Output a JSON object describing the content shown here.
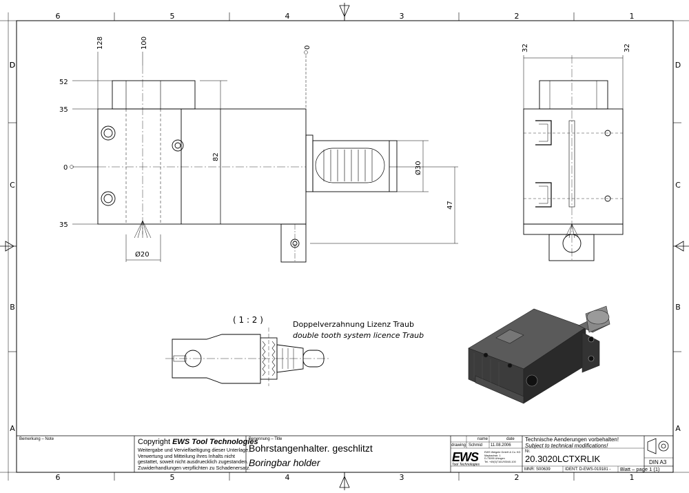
{
  "border": {
    "col_labels": [
      "6",
      "5",
      "4",
      "3",
      "2",
      "1"
    ],
    "row_labels": [
      "D",
      "C",
      "B",
      "A"
    ]
  },
  "front_view": {
    "dims_top": [
      "128",
      "100",
      "0"
    ],
    "dims_left": [
      "52",
      "35",
      "0",
      "35"
    ],
    "dim_82": "82",
    "dim_dia30": "Ø30",
    "dim_47": "47",
    "dim_dia20": "Ø20"
  },
  "side_view": {
    "dims_top": [
      "32",
      "32"
    ]
  },
  "detail": {
    "scale": "( 1 : 2 )",
    "note_de": "Doppelverzahnung Lizenz Traub",
    "note_en": "double tooth system licence Traub"
  },
  "title_block": {
    "remarks_label": "Bemerkung – Note",
    "copyright_prefix": "Copyright ",
    "copyright_brand": "EWS Tool Technologies",
    "copyright_text": [
      "Weitergabe und Vervielfaeltigung dieser Unterlage,",
      "Verwertung und Mitteilung ihres Inhalts nicht",
      "gestattet, soweit nicht ausdruecklich zugestanden.",
      "Zuwiderhandlungen verpflichten zu Schadenersatz."
    ],
    "title_label": "Benennung – Title",
    "title_de": "Bohrstangenhalter. geschlitzt",
    "title_en": "Boringbar holder",
    "col_name": "name",
    "col_date": "date",
    "row_label": "drawing",
    "drawn_by": "Schmid",
    "drawn_date": "11.08.2006",
    "logo": "EWS",
    "logo_sub": "Tool Technologies",
    "company_lines": [
      "EWS Weigele GmbH & Co. KG",
      "Maybachstr. 1",
      "D-73095 Uhingen",
      "Tel. +49(0)7161/93040-100"
    ],
    "notice_de": "Technische Aenderungen vorbehalten!",
    "notice_en": "Subject to technical modifications!",
    "nr_label": "Nr.",
    "part_number": "20.3020LCTXRLIK",
    "mnr": "MNR: S00639",
    "ident": "IDENT: D-EWS-019181 -",
    "sheet": "Blatt – page  1 (1)",
    "format": "DIN A3"
  }
}
